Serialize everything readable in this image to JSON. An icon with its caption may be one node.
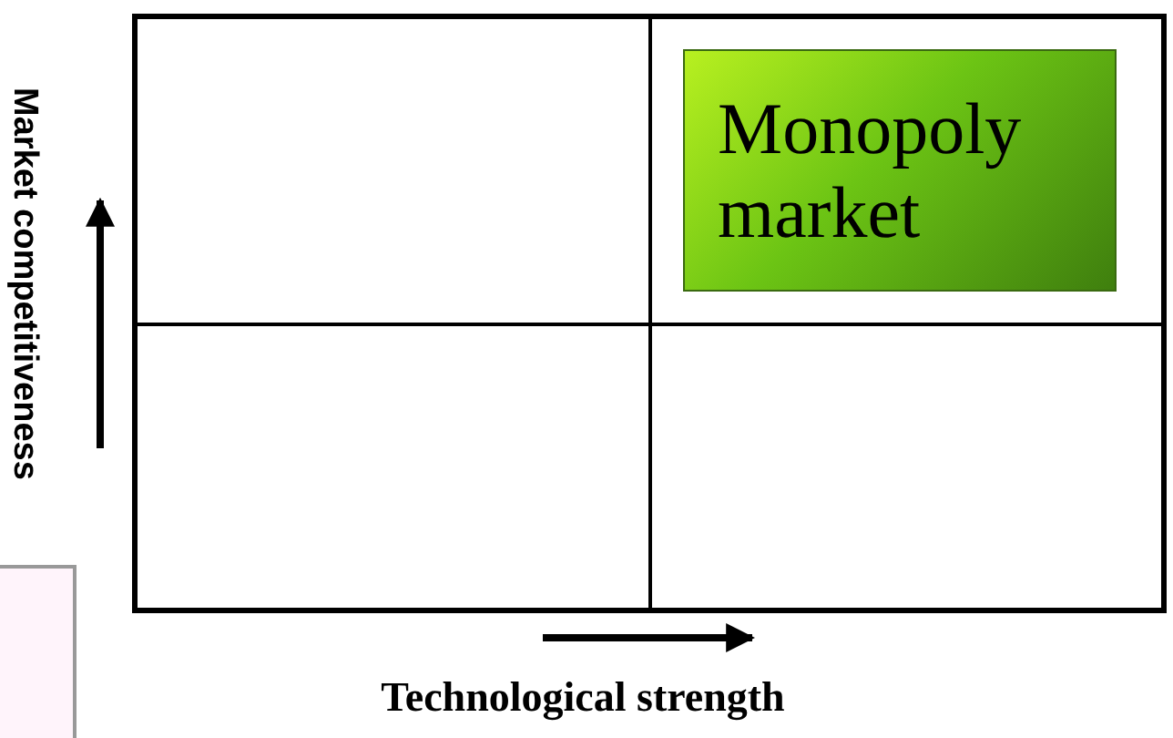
{
  "diagram": {
    "nodes": [
      {
        "text": [
          "Monopoly market"
        ]
      }
    ],
    "labels": [
      "Market competitiveness",
      "Technological strength"
    ]
  }
}
